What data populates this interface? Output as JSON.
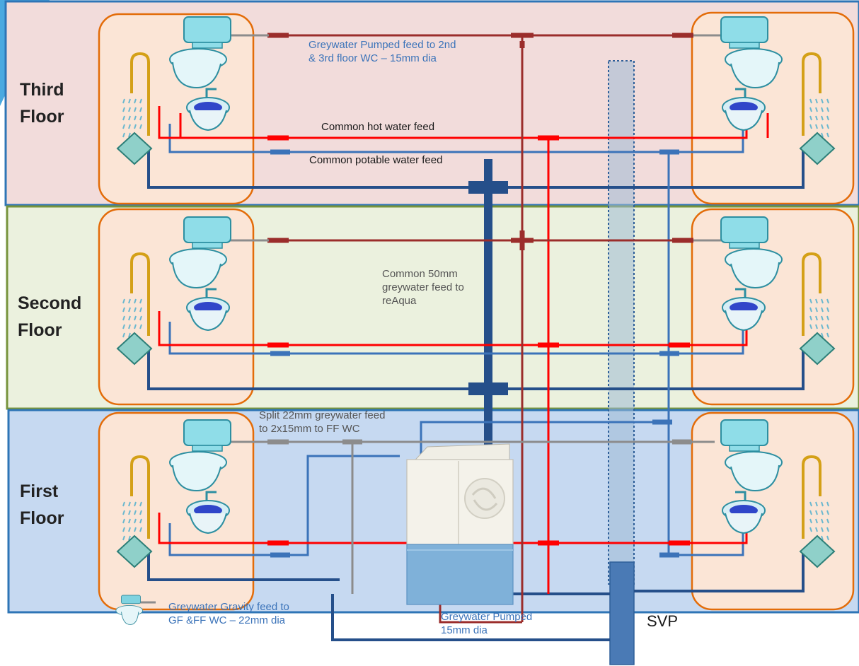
{
  "floors": {
    "third": "Third\nFloor",
    "second": "Second\nFloor",
    "first": "First\nFloor"
  },
  "labels": {
    "greywater_pumped_feed": "Greywater Pumped feed to 2nd\n& 3rd floor WC – 15mm dia",
    "common_hot": "Common hot water feed",
    "common_potable": "Common potable water feed",
    "common_50mm": "Common 50mm\ngreywater feed to\nreAqua",
    "split_22mm": "Split 22mm greywater feed\nto 2x15mm to FF WC",
    "gravity_feed": "Greywater Gravity feed  to\nGF &FF  WC – 22mm dia",
    "pumped_15mm": "Greywater Pumped\n15mm dia",
    "svp": "SVP"
  },
  "colors": {
    "third_floor_band": "#f2dcdb",
    "second_floor_band": "#ebf1de",
    "first_floor_band": "#c6d9f1",
    "hot_water": "#ff0000",
    "potable_water": "#3b73b9",
    "greywater_waste": "#254f8a",
    "pumped_greywater": "#9b2d2b",
    "gravity_greywater": "#8c8c8c",
    "bathroom_box": "#fbe5d6",
    "bathroom_border": "#e36c09"
  }
}
